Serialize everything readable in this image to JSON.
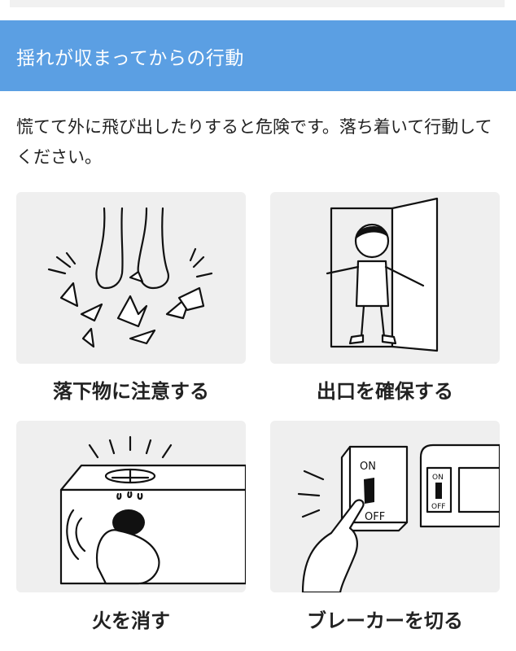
{
  "section": {
    "title": "揺れが収まってからの行動",
    "intro": "慌てて外に飛び出したりすると危険です。落ち着いて行動してください。",
    "header_color": "#5b9fe3"
  },
  "cards": [
    {
      "label": "落下物に注意する",
      "icon": "broken-glass-feet-illustration"
    },
    {
      "label": "出口を確保する",
      "icon": "person-opening-door-illustration"
    },
    {
      "label": "火を消す",
      "icon": "stove-knob-illustration"
    },
    {
      "label": "ブレーカーを切る",
      "icon": "breaker-switch-illustration",
      "switch_on": "ON",
      "switch_off": "OFF"
    }
  ]
}
